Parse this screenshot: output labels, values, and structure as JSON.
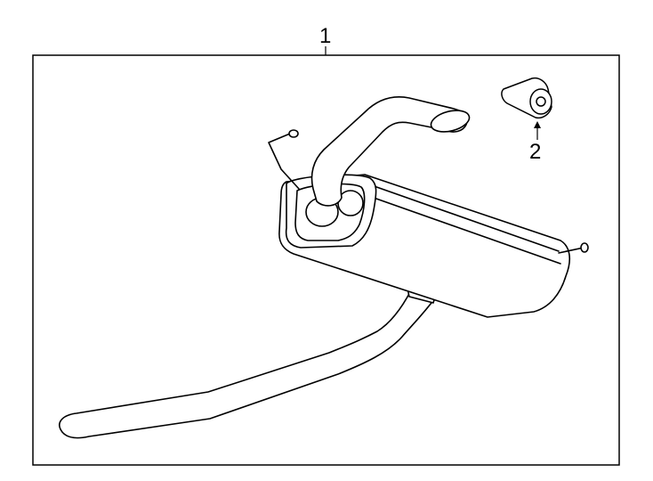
{
  "diagram": {
    "callouts": [
      {
        "id": "1",
        "label": "1",
        "part": "muffler-assembly"
      },
      {
        "id": "2",
        "label": "2",
        "part": "hanger-insulator"
      }
    ],
    "colors": {
      "line": "#000000",
      "background": "#ffffff"
    }
  }
}
